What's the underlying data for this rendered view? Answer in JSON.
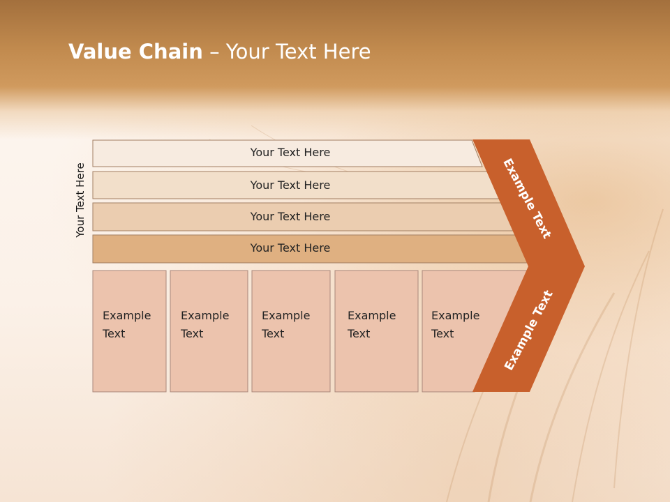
{
  "slide": {
    "title_bold": "Value Chain",
    "title_rest": " – Your Text Here",
    "side_label": "Your Text Here"
  },
  "bars": [
    {
      "label": "Your Text Here",
      "color": "#f7ebe0"
    },
    {
      "label": "Your Text Here",
      "color": "#f2dfca"
    },
    {
      "label": "Your Text Here",
      "color": "#ebcdb0"
    },
    {
      "label": "Your Text Here",
      "color": "#dfb081"
    }
  ],
  "boxes": [
    {
      "line1": "Example",
      "line2": "Text"
    },
    {
      "line1": "Example",
      "line2": "Text"
    },
    {
      "line1": "Example",
      "line2": "Text"
    },
    {
      "line1": "Example",
      "line2": "Text"
    },
    {
      "line1": "Example",
      "line2": "Text"
    }
  ],
  "arrow": {
    "upper_label": "Example Text",
    "lower_label": "Example Text",
    "color": "#c8602c"
  },
  "colors": {
    "box_fill": "#ecc3ad",
    "box_stroke": "#a9877a",
    "bar_stroke": "#a27e62"
  }
}
